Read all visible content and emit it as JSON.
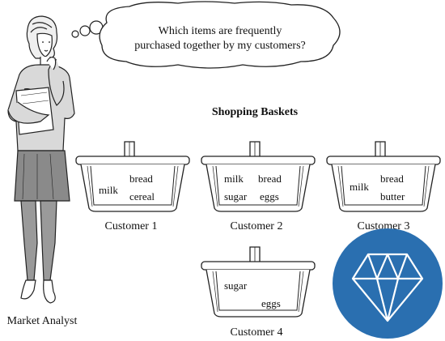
{
  "thought_bubble": {
    "line1": "Which items are frequently",
    "line2": "purchased together by my customers?"
  },
  "heading": "Shopping Baskets",
  "analyst_label": "Market Analyst",
  "baskets": [
    {
      "customer": "Customer 1",
      "items": [
        "milk",
        "bread",
        "cereal"
      ]
    },
    {
      "customer": "Customer 2",
      "items": [
        "milk",
        "bread",
        "sugar",
        "eggs"
      ]
    },
    {
      "customer": "Customer 3",
      "items": [
        "milk",
        "bread",
        "butter"
      ]
    },
    {
      "customer": "Customer 4",
      "items": [
        "sugar",
        "eggs"
      ]
    }
  ],
  "logo_icon": "diamond-gem-icon",
  "colors": {
    "logo_blue": "#2a6fb0",
    "analyst_skirt": "#888888",
    "analyst_sweater": "#d9d9d9"
  }
}
